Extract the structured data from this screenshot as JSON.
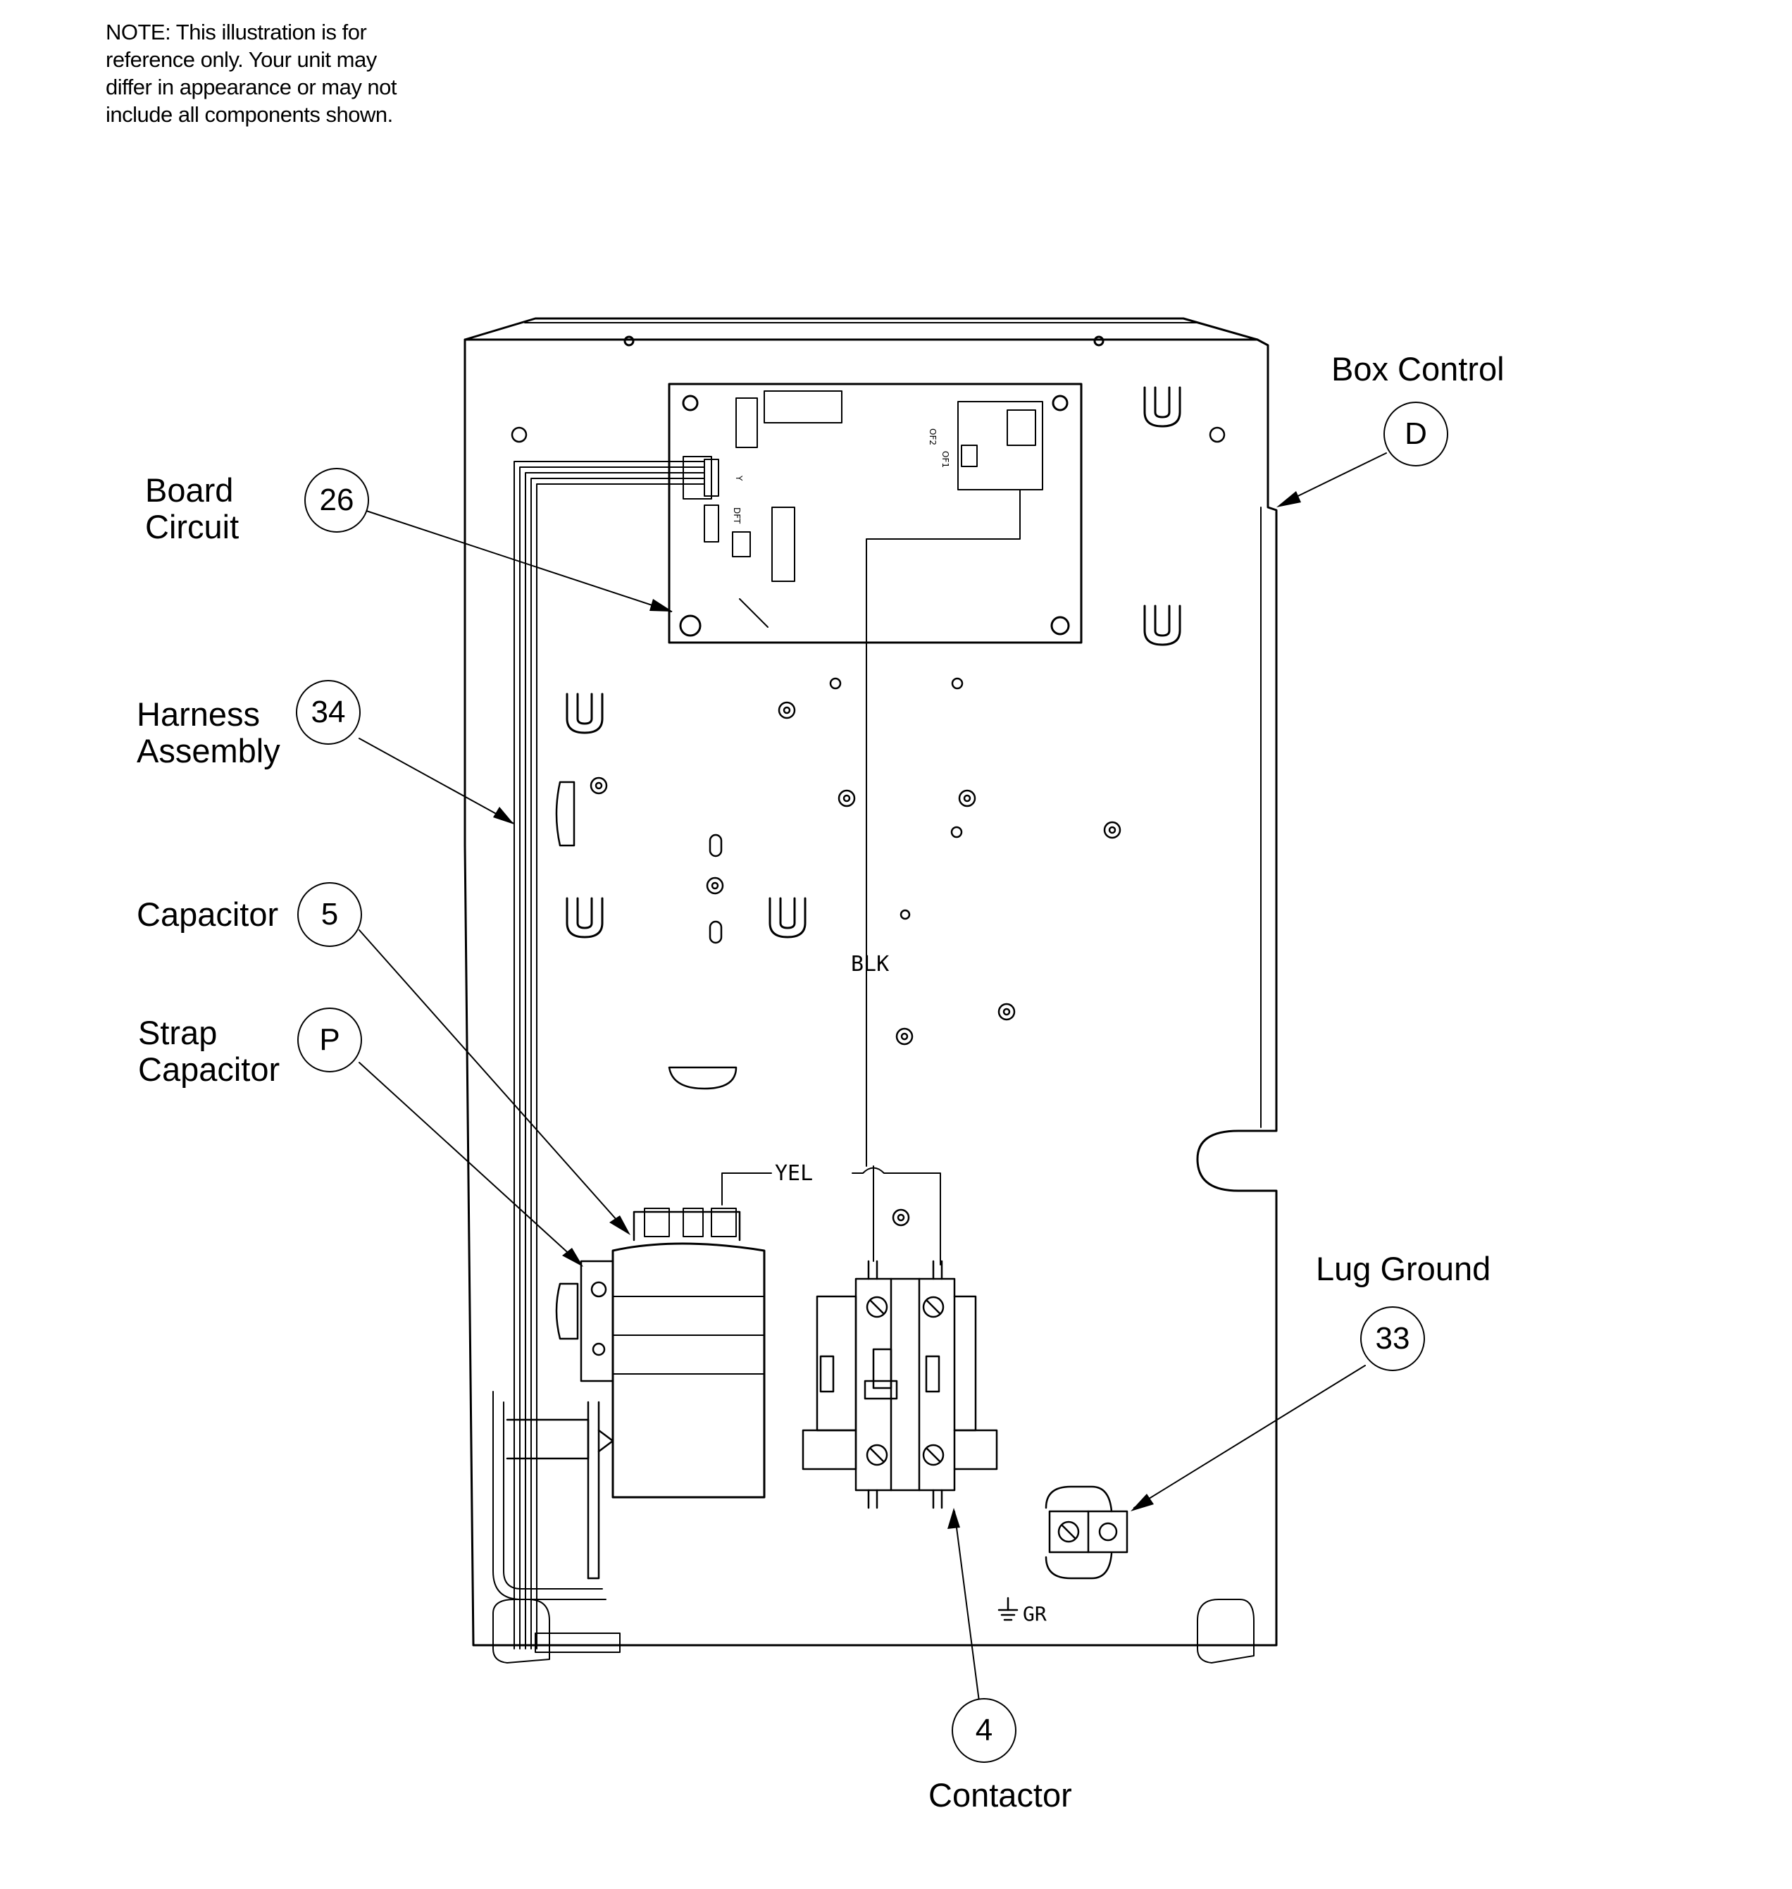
{
  "note": {
    "lines": [
      "NOTE: This illustration is for",
      "reference only. Your unit may",
      "differ in appearance or may not",
      "include all components shown."
    ]
  },
  "callouts": [
    {
      "id": "box-control",
      "lines": [
        "Box Control"
      ],
      "bubble": "D"
    },
    {
      "id": "board-circuit",
      "lines": [
        "Board",
        "Circuit"
      ],
      "bubble": "26"
    },
    {
      "id": "harness-assembly",
      "lines": [
        "Harness",
        "Assembly"
      ],
      "bubble": "34"
    },
    {
      "id": "capacitor",
      "lines": [
        "Capacitor"
      ],
      "bubble": "5"
    },
    {
      "id": "strap-capacitor",
      "lines": [
        "Strap",
        "Capacitor"
      ],
      "bubble": "P"
    },
    {
      "id": "lug-ground",
      "lines": [
        "Lug Ground"
      ],
      "bubble": "33"
    },
    {
      "id": "contactor",
      "lines": [
        "Contactor"
      ],
      "bubble": "4"
    }
  ],
  "wires": {
    "blk": "BLK",
    "yel": "YEL"
  },
  "ground_label": "GR",
  "board_marks": {
    "of1": "OF1",
    "of2": "OF2",
    "dft": "DFT",
    "y": "Y"
  },
  "colors": {
    "line": "#000000",
    "background": "#ffffff"
  }
}
